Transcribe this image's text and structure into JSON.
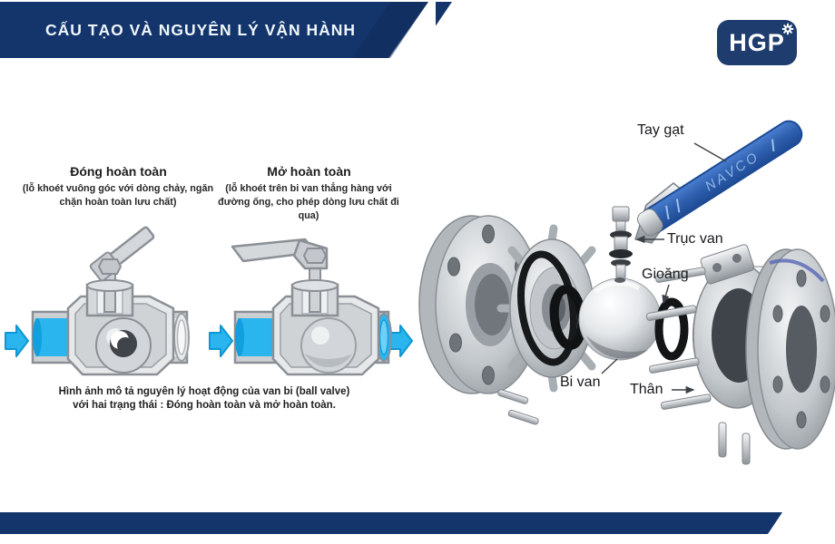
{
  "page": {
    "colors": {
      "accent_navy": "#14356c",
      "flow_cyan": "#2ab5ef",
      "handle_blue": "#2e5fae",
      "metal_silver": "#c6cacd",
      "seal_black": "#17191b"
    }
  },
  "header": {
    "title": "CẤU TẠO VÀ NGUYÊN LÝ VẬN HÀNH"
  },
  "logo": {
    "text": "HGP",
    "icon": "gear-icon"
  },
  "left_panel": {
    "closed_state": {
      "title": "Đóng hoàn toàn",
      "subtitle": "(lỗ khoét vuông góc với dòng chảy, ngăn chặn hoàn toàn lưu chất)"
    },
    "open_state": {
      "title": "Mở hoàn toàn",
      "subtitle": "(lỗ khoét trên bi van thẳng hàng với đường ống, cho phép dòng lưu chất đi qua)"
    },
    "caption_line1": "Hình ảnh mô tả nguyên lý hoạt động của van bi (ball valve)",
    "caption_line2": "với hai trạng thái : Đóng hoàn toàn và mở hoàn toàn.",
    "icons": {
      "flow_arrow": "flow-arrow-icon"
    }
  },
  "right_panel": {
    "labels": {
      "handle": "Tay gạt",
      "stem": "Trục van",
      "gasket": "Gioăng",
      "ball": "Bi van",
      "body": "Thân"
    },
    "brand_on_handle": "NAVCO"
  }
}
